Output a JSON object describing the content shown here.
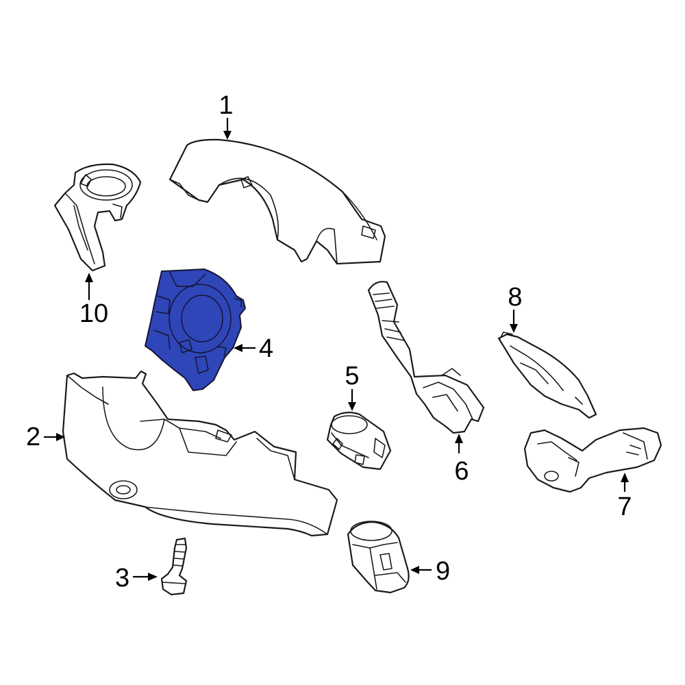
{
  "colors": {
    "background": "#ffffff",
    "line": "#1a1a1a",
    "highlight": "#2f46b8"
  },
  "highlighted_part": "4",
  "callouts": {
    "c1": "1",
    "c2": "2",
    "c3": "3",
    "c4": "4",
    "c5": "5",
    "c6": "6",
    "c7": "7",
    "c8": "8",
    "c9": "9",
    "c10": "10"
  }
}
